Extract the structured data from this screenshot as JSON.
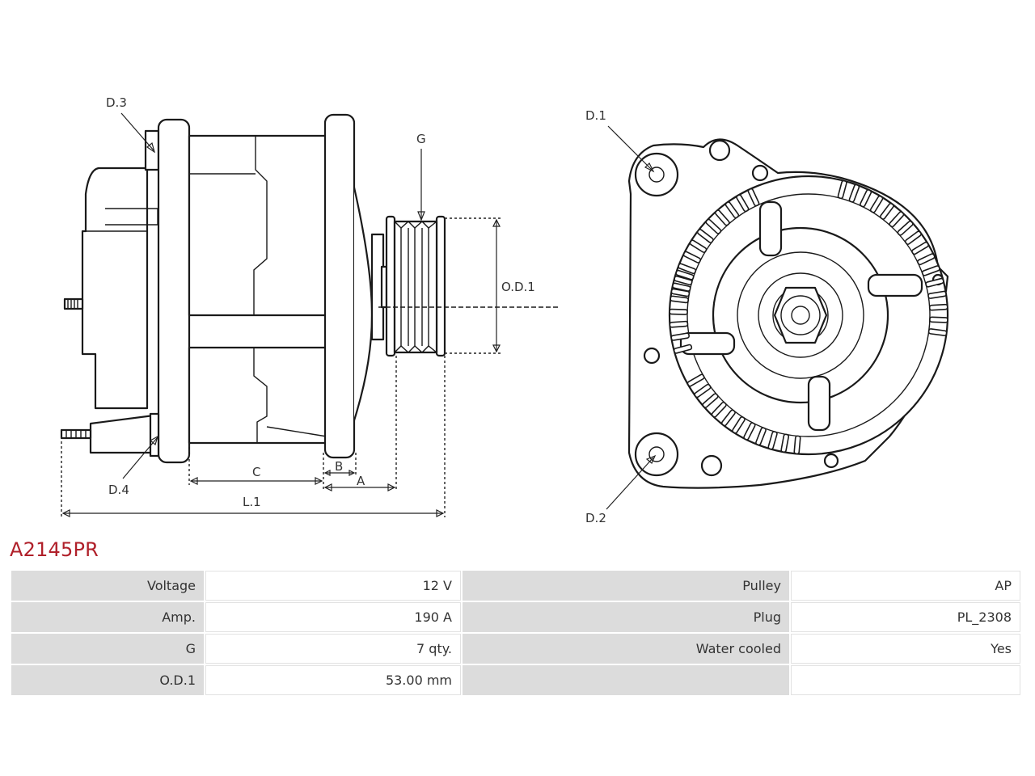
{
  "diagram": {
    "labels": {
      "d1": "D.1",
      "d2": "D.2",
      "d3": "D.3",
      "d4": "D.4",
      "g": "G",
      "od1": "O.D.1",
      "a": "A",
      "b": "B",
      "c": "C",
      "l1": "L.1"
    }
  },
  "product": {
    "part_number": "A2145PR",
    "accent_color": "#b0202a"
  },
  "specs": {
    "rows": [
      {
        "label_left": "Voltage",
        "value_left": "12 V",
        "label_right": "Pulley",
        "value_right": "AP"
      },
      {
        "label_left": "Amp.",
        "value_left": "190 A",
        "label_right": "Plug",
        "value_right": "PL_2308"
      },
      {
        "label_left": "G",
        "value_left": "7 qty.",
        "label_right": "Water cooled",
        "value_right": "Yes"
      },
      {
        "label_left": "O.D.1",
        "value_left": "53.00 mm",
        "label_right": "",
        "value_right": ""
      }
    ]
  }
}
